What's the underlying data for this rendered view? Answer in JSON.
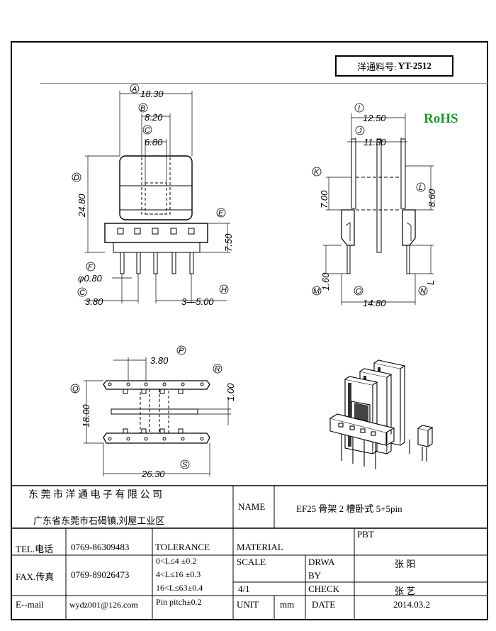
{
  "header": {
    "part_label": "洋通料号:",
    "part_number": "YT-2512"
  },
  "rohs": "RoHS",
  "dimensions": {
    "front": {
      "A": "18.30",
      "B": "8.20",
      "C": "6.80",
      "D": "24.80",
      "E": "7.50",
      "F": "φ0.80",
      "G": "3.80",
      "H": "3—5.00"
    },
    "side": {
      "I": "12.50",
      "J": "11.30",
      "K": "7.00",
      "L": "8.60",
      "M": "1.60",
      "O": "14.80",
      "N": "L"
    },
    "bottom": {
      "P": "3.80",
      "Q": "18.00",
      "R": "1.00",
      "S": "26.30"
    }
  },
  "title_block": {
    "company": "东 莞 市 洋 通 电 子 有 限 公 司",
    "address": "广东省东莞市石碣镇,刘屋工业区",
    "name_label": "NAME",
    "name_value": "EF25 骨架 2 槽卧式 5+5pin",
    "tel_label": "TEL.电话",
    "tel_value": "0769-86309483",
    "fax_label": "FAX.传真",
    "fax_value": "0769-89026473",
    "email_label": "E--mail",
    "email_value": "wydz001@126.com",
    "tolerance_label": "TOLERANCE",
    "tol1": "0<L≤4    ±0.2",
    "tol2": "4<L≤16  ±0.3",
    "tol3": "16<L≤63±0.4",
    "tol4": "Pin pitch±0.2",
    "material_label": "MATERIAL",
    "material_value": "PBT",
    "scale_label": "SCALE",
    "scale_value": "4/1",
    "drawn_label": "DRWA",
    "drawn_label2": "BY",
    "drawn_value": "张 阳",
    "check_label": "CHECK",
    "check_value": "张 艺",
    "unit_label": "UNIT",
    "unit_value": "mm",
    "date_label": "DATE",
    "date_value": "2014.03.2"
  }
}
